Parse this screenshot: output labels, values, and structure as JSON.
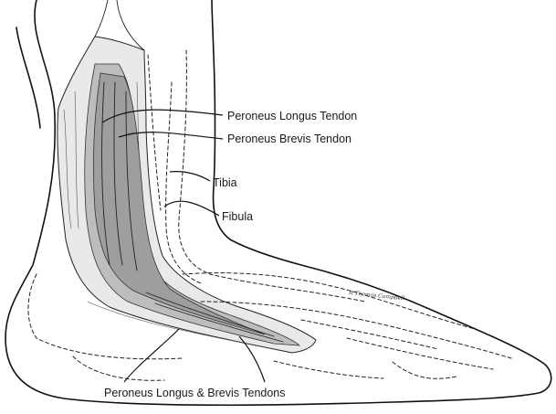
{
  "labels": {
    "peroneus_longus": "Peroneus Longus Tendon",
    "peroneus_brevis": "Peroneus Brevis Tendon",
    "tibia": "Tibia",
    "fibula": "Fibula",
    "both_tendons": "Peroneus Longus & Brevis Tendons"
  },
  "signature": "R Thomas Campbell",
  "colors": {
    "tendon": "#bdbdbd",
    "tendon_dark": "#9e9e9e",
    "tissue": "#e9e9e9",
    "line": "#111111"
  }
}
